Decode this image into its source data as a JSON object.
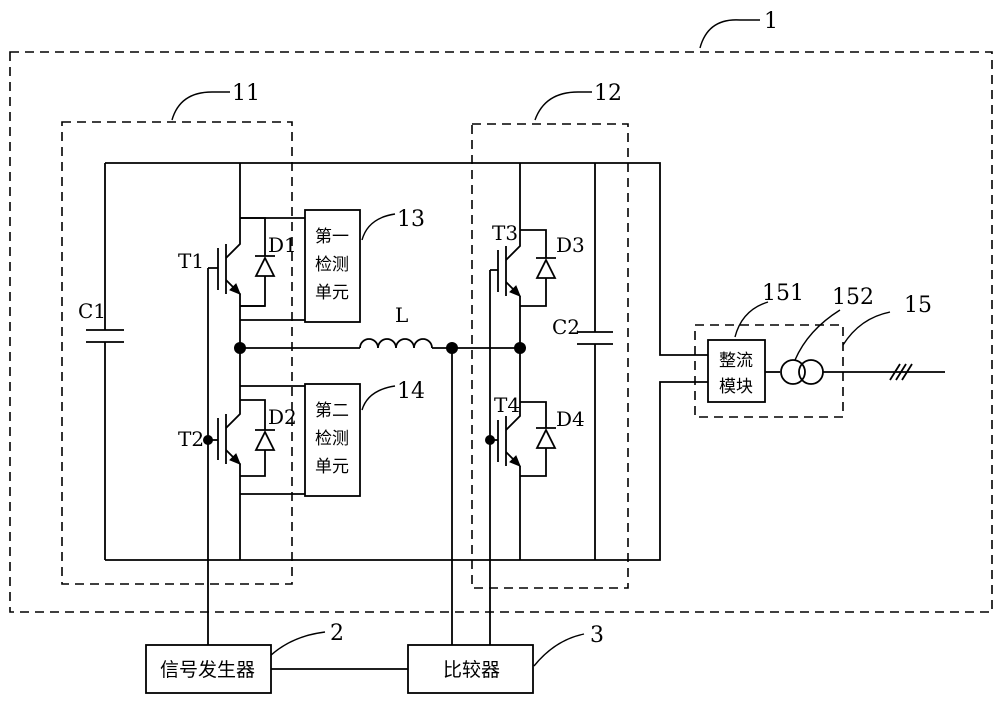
{
  "labels": {
    "system": "1",
    "bridge_left": "11",
    "bridge_right": "12",
    "detector1_ref": "13",
    "detector2_ref": "14",
    "supply_ref": "15",
    "rectifier_ref": "151",
    "transformer_ref": "152",
    "signal_gen_ref": "2",
    "comparator_ref": "3"
  },
  "components": {
    "c1": "C1",
    "c2": "C2",
    "t1": "T1",
    "t2": "T2",
    "t3": "T3",
    "t4": "T4",
    "d1": "D1",
    "d2": "D2",
    "d3": "D3",
    "d4": "D4",
    "inductor": "L"
  },
  "blocks": {
    "detector1": [
      "第一",
      "检测",
      "单元"
    ],
    "detector2": [
      "第二",
      "检测",
      "单元"
    ],
    "rectifier": [
      "整流",
      "模块"
    ],
    "signal_generator": "信号发生器",
    "comparator": "比较器"
  }
}
